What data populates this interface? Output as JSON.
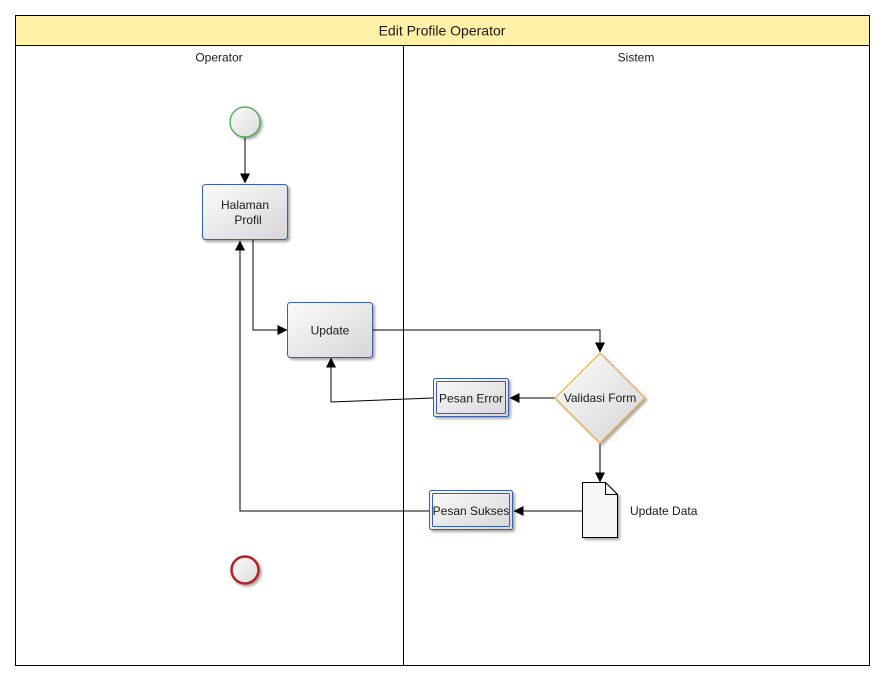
{
  "diagram": {
    "title": "Edit Profile Operator",
    "lanes": [
      {
        "label": "Operator"
      },
      {
        "label": "Sistem"
      }
    ],
    "nodes": {
      "halaman_profil": {
        "line1": "Halaman",
        "line2": "Profil"
      },
      "update": {
        "label": "Update"
      },
      "validasi_form": {
        "label": "Validasi Form"
      },
      "pesan_error": {
        "label": "Pesan Error"
      },
      "pesan_sukses": {
        "label": "Pesan Sukses"
      },
      "update_data": {
        "label": "Update Data"
      }
    },
    "colors": {
      "title_bar": "#fff2a8",
      "task_border": "#3a5fa8",
      "start_border": "#3fa34d",
      "end_border": "#b22222",
      "decision_border": "#e8a33a",
      "node_fill_light": "#fbfbfb",
      "node_fill_dark": "#d6d6d6"
    }
  }
}
